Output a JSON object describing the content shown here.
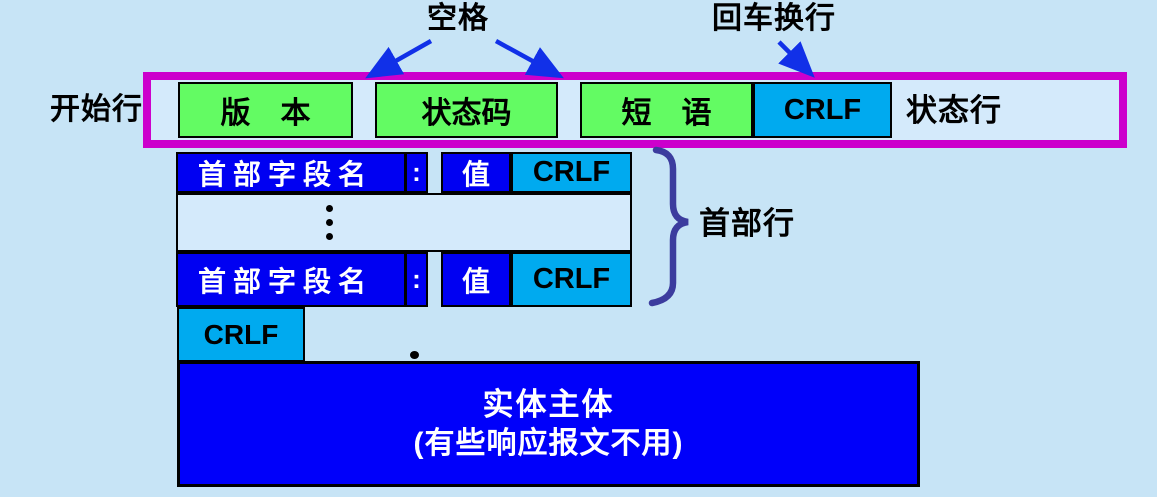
{
  "annotations": {
    "space_label": "空格",
    "crlf_label": "回车换行",
    "start_line_label": "开始行",
    "status_line_label": "状态行",
    "header_lines_label": "首部行"
  },
  "status_row": {
    "version": "版　本",
    "status_code": "状态码",
    "phrase": "短　语",
    "crlf": "CRLF"
  },
  "header_row": {
    "field_name": "首部字段名",
    "colon": ":",
    "value": "值",
    "crlf": "CRLF"
  },
  "blank_line_row": {
    "crlf": "CRLF"
  },
  "entity_body": {
    "title": "实体主体",
    "note": "(有些响应报文不用)"
  },
  "colors": {
    "background": "#c7e4f6",
    "highlight_border": "#cc00cc",
    "field_green": "#63fb63",
    "crlf_cyan": "#00aaef",
    "box_blue": "#0000f2",
    "entity_blue": "#0000fa",
    "connector_blue": "#1130e8",
    "brace_indigo": "#3c3c9e"
  }
}
